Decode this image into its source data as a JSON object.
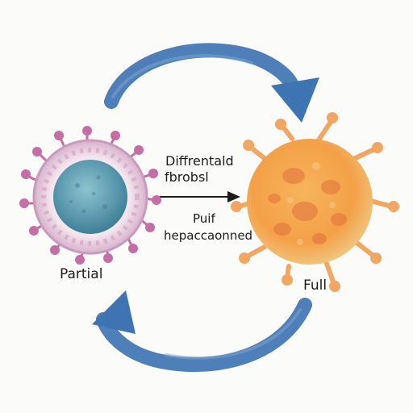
{
  "labels": {
    "center_top": [
      "Diffrentald",
      "fbrobsl"
    ],
    "center_bottom": [
      "Puif",
      "hepaccaonned"
    ],
    "left_cell": "Partial",
    "right_cell": "Full"
  },
  "icons": {
    "top_arrow": "curved-arrow-clockwise",
    "bottom_arrow": "curved-arrow-counterclockwise",
    "center_arrow": "arrow-right"
  },
  "colors": {
    "background": "#fbfbf9",
    "arrow_blue": "#3f74b3",
    "left_cell_membrane": "#d8b2cc",
    "left_cell_spikes": "#c56ea6",
    "left_cell_nucleus": "#5f9cb1",
    "right_cell_body": "#f4a048",
    "right_cell_spots": "#e0713c",
    "text": "#1c1c1c"
  }
}
